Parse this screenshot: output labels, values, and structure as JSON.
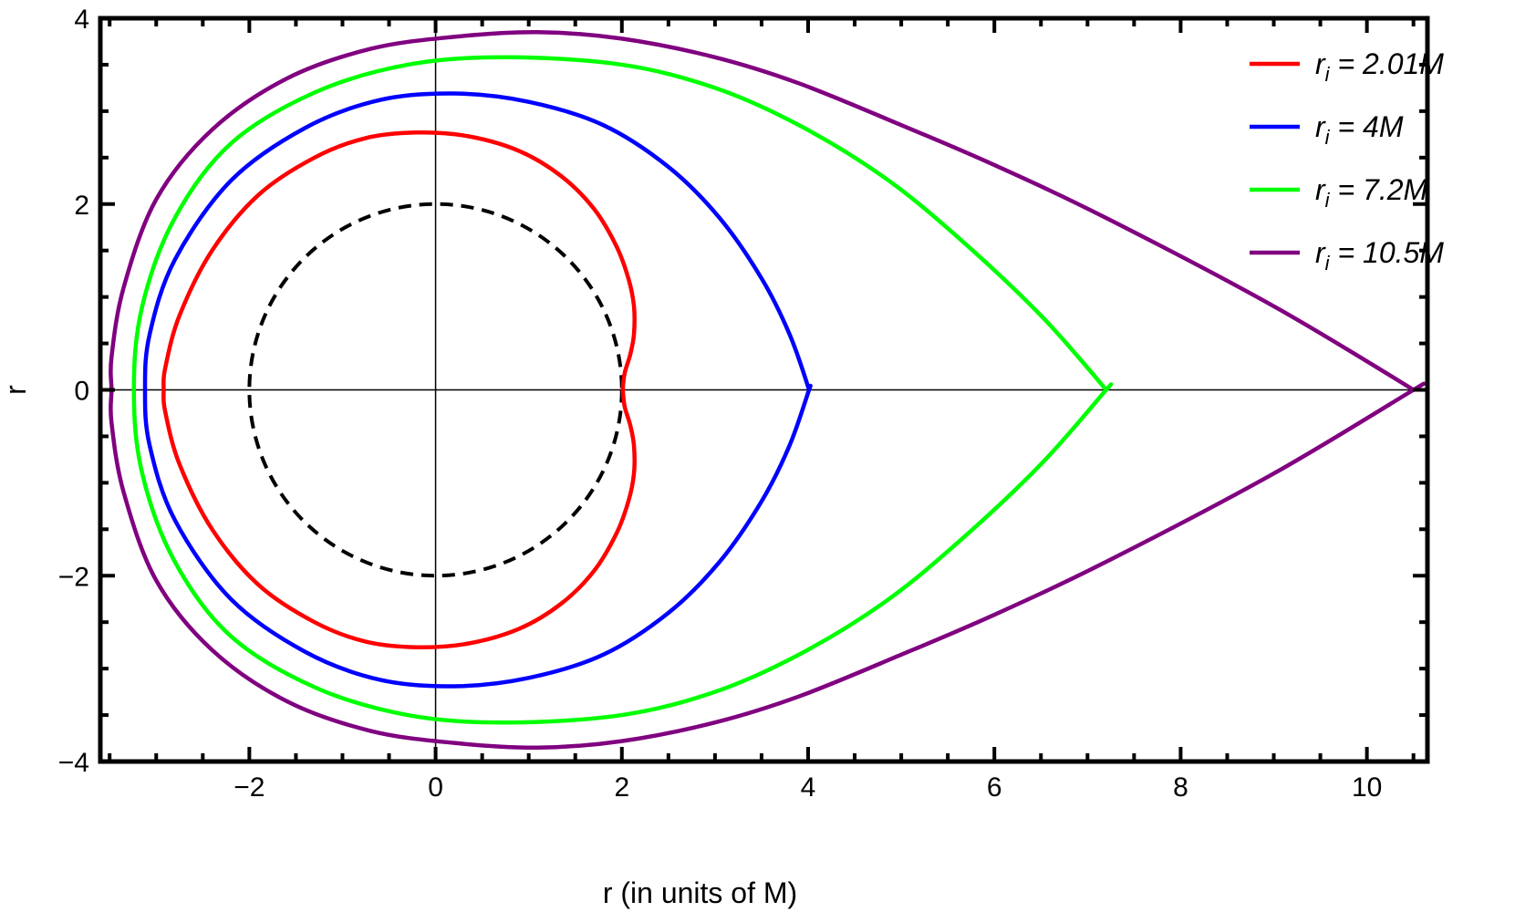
{
  "chart_data": {
    "type": "line",
    "xlabel": "r (in units of M)",
    "ylabel": "r",
    "xlim": [
      -3.6,
      10.65
    ],
    "ylim": [
      -4,
      4
    ],
    "x_ticks": [
      {
        "value": -2,
        "label": "−2"
      },
      {
        "value": 0,
        "label": "0"
      },
      {
        "value": 2,
        "label": "2"
      },
      {
        "value": 4,
        "label": "4"
      },
      {
        "value": 6,
        "label": "6"
      },
      {
        "value": 8,
        "label": "8"
      },
      {
        "value": 10,
        "label": "10"
      }
    ],
    "y_ticks": [
      {
        "value": -4,
        "label": "−4"
      },
      {
        "value": -2,
        "label": "−2"
      },
      {
        "value": 0,
        "label": "0"
      },
      {
        "value": 2,
        "label": "2"
      },
      {
        "value": 4,
        "label": "4"
      }
    ],
    "grid": false,
    "zero_axes": true,
    "legend_position": "top-right",
    "horizon": {
      "radius": 2,
      "style": "dashed",
      "color": "#000000"
    },
    "series": [
      {
        "name": "r_i = 2.01M",
        "label_main": "r",
        "label_sub": "i",
        "label_rest": " = 2.01M",
        "color": "#ff0000",
        "r_i": 2.01,
        "upper_points": [
          [
            2.01,
            0
          ],
          [
            2.03,
            0.18
          ],
          [
            2.09,
            0.38
          ],
          [
            2.13,
            0.6
          ],
          [
            2.13,
            0.9
          ],
          [
            2.07,
            1.2
          ],
          [
            1.94,
            1.55
          ],
          [
            1.7,
            1.95
          ],
          [
            1.35,
            2.3
          ],
          [
            0.9,
            2.57
          ],
          [
            0.35,
            2.73
          ],
          [
            -0.2,
            2.77
          ],
          [
            -0.75,
            2.71
          ],
          [
            -1.3,
            2.5
          ],
          [
            -1.9,
            2.1
          ],
          [
            -2.4,
            1.5
          ],
          [
            -2.75,
            0.8
          ],
          [
            -2.9,
            0.25
          ],
          [
            -2.92,
            0
          ]
        ]
      },
      {
        "name": "r_i = 4M",
        "label_main": "r",
        "label_sub": "i",
        "label_rest": " = 4M",
        "color": "#0000ff",
        "r_i": 4,
        "upper_points": [
          [
            4.01,
            0
          ],
          [
            3.8,
            0.6
          ],
          [
            3.5,
            1.2
          ],
          [
            3.05,
            1.85
          ],
          [
            2.5,
            2.4
          ],
          [
            1.8,
            2.85
          ],
          [
            1.0,
            3.1
          ],
          [
            0.2,
            3.19
          ],
          [
            -0.6,
            3.12
          ],
          [
            -1.4,
            2.82
          ],
          [
            -2.2,
            2.25
          ],
          [
            -2.8,
            1.4
          ],
          [
            -3.07,
            0.6
          ],
          [
            -3.12,
            0
          ]
        ]
      },
      {
        "name": "r_i = 7.2M",
        "label_main": "r",
        "label_sub": "i",
        "label_rest": " = 7.2M",
        "color": "#00ff00",
        "r_i": 7.2,
        "upper_points": [
          [
            7.2,
            0
          ],
          [
            6.5,
            0.8
          ],
          [
            5.6,
            1.65
          ],
          [
            4.8,
            2.3
          ],
          [
            3.9,
            2.85
          ],
          [
            3.0,
            3.25
          ],
          [
            2.0,
            3.5
          ],
          [
            0.75,
            3.58
          ],
          [
            -0.3,
            3.5
          ],
          [
            -1.3,
            3.2
          ],
          [
            -2.2,
            2.65
          ],
          [
            -2.8,
            1.85
          ],
          [
            -3.15,
            0.9
          ],
          [
            -3.24,
            0
          ]
        ]
      },
      {
        "name": "r_i = 10.5M",
        "label_main": "r",
        "label_sub": "i",
        "label_rest": " = 10.5M",
        "color": "#800080",
        "r_i": 10.5,
        "upper_points": [
          [
            10.5,
            0
          ],
          [
            9.0,
            0.9
          ],
          [
            7.2,
            1.85
          ],
          [
            6.0,
            2.42
          ],
          [
            5.0,
            2.85
          ],
          [
            3.9,
            3.3
          ],
          [
            3.0,
            3.58
          ],
          [
            2.0,
            3.78
          ],
          [
            1.1,
            3.85
          ],
          [
            0.2,
            3.8
          ],
          [
            -0.7,
            3.67
          ],
          [
            -1.6,
            3.35
          ],
          [
            -2.4,
            2.8
          ],
          [
            -3.0,
            2.05
          ],
          [
            -3.35,
            1.1
          ],
          [
            -3.48,
            0.35
          ],
          [
            -3.48,
            0
          ]
        ]
      }
    ]
  }
}
